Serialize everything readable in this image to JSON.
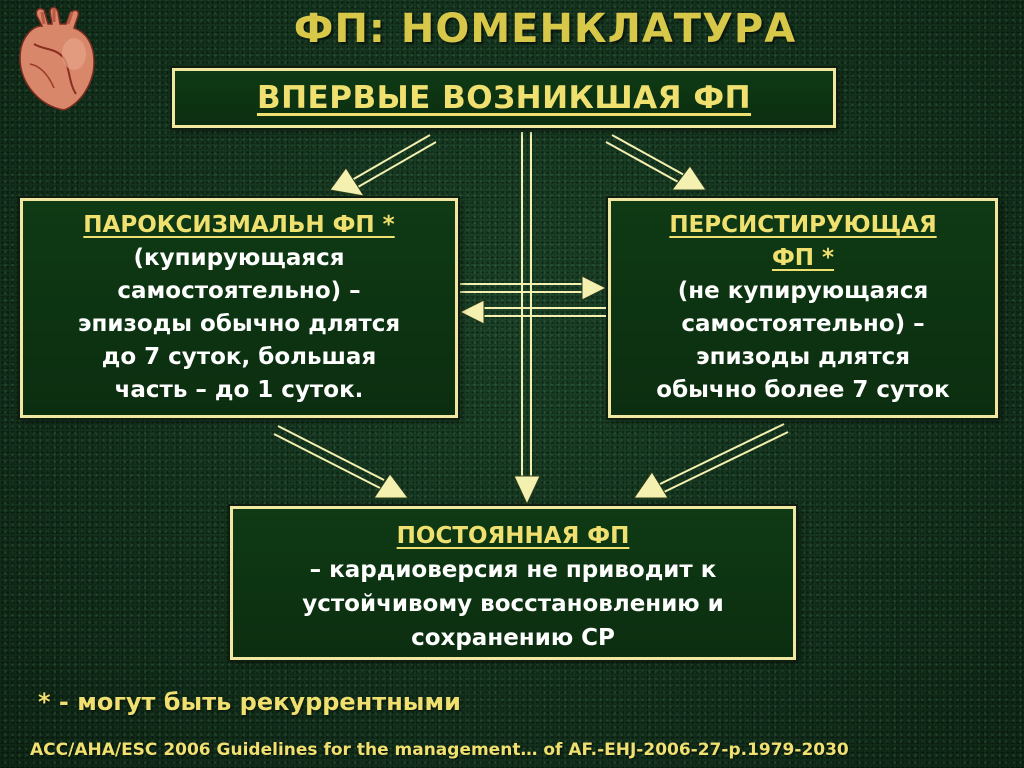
{
  "title": "ФП: НОМЕНКЛАТУРА",
  "top_box": {
    "heading": "ВПЕРВЫЕ ВОЗНИКШАЯ ФП"
  },
  "left_box": {
    "heading": "ПАРОКСИЗМАЛЬН ФП *",
    "lines": [
      "(купирующаяся",
      "самостоятельно) –",
      "эпизоды обычно длятся",
      "до 7 суток, большая",
      "часть – до 1 суток."
    ]
  },
  "right_box": {
    "heading_lines": [
      "ПЕРСИСТИРУЮЩАЯ",
      "ФП *"
    ],
    "lines": [
      "(не купирующаяся",
      "самостоятельно) –",
      "эпизоды длятся",
      "обычно более 7 суток"
    ]
  },
  "bottom_box": {
    "heading": "ПОСТОЯННАЯ ФП",
    "lines": [
      "– кардиоверсия не приводит к",
      "устойчивому восстановлению и",
      "сохранению СР"
    ]
  },
  "footnote": "* - могут быть рекуррентными",
  "citation": "ACC/AHA/ESC 2006 Guidelines for the management… of AF.-EHJ-2006-27-p.1979-2030",
  "colors": {
    "title": "#d8c84a",
    "heading": "#f0e070",
    "box_fill": "#0f3a14",
    "box_border": "#f0e8a0",
    "arrow": "#f4f0b0",
    "background": "#163a22"
  }
}
